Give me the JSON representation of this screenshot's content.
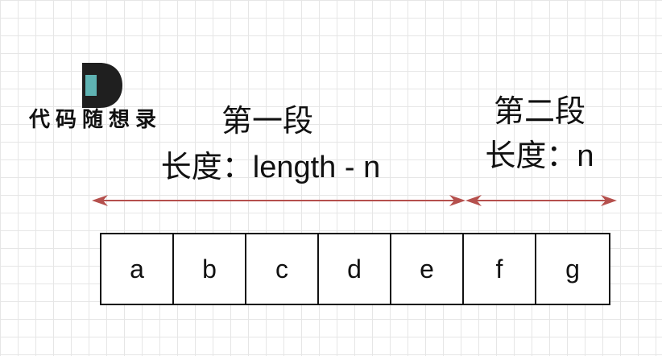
{
  "logo": {
    "text": "代码随想录",
    "letter": "D"
  },
  "segments": [
    {
      "title": "第一段",
      "length_label": "长度：length - n"
    },
    {
      "title": "第二段",
      "length_label": "长度：n"
    }
  ],
  "cells": [
    "a",
    "b",
    "c",
    "d",
    "e",
    "f",
    "g"
  ],
  "colors": {
    "arrow": "#b5504d",
    "logo_dark": "#1f1f1f",
    "logo_teal": "#5fb3b3",
    "grid": "#e6e6e6"
  }
}
